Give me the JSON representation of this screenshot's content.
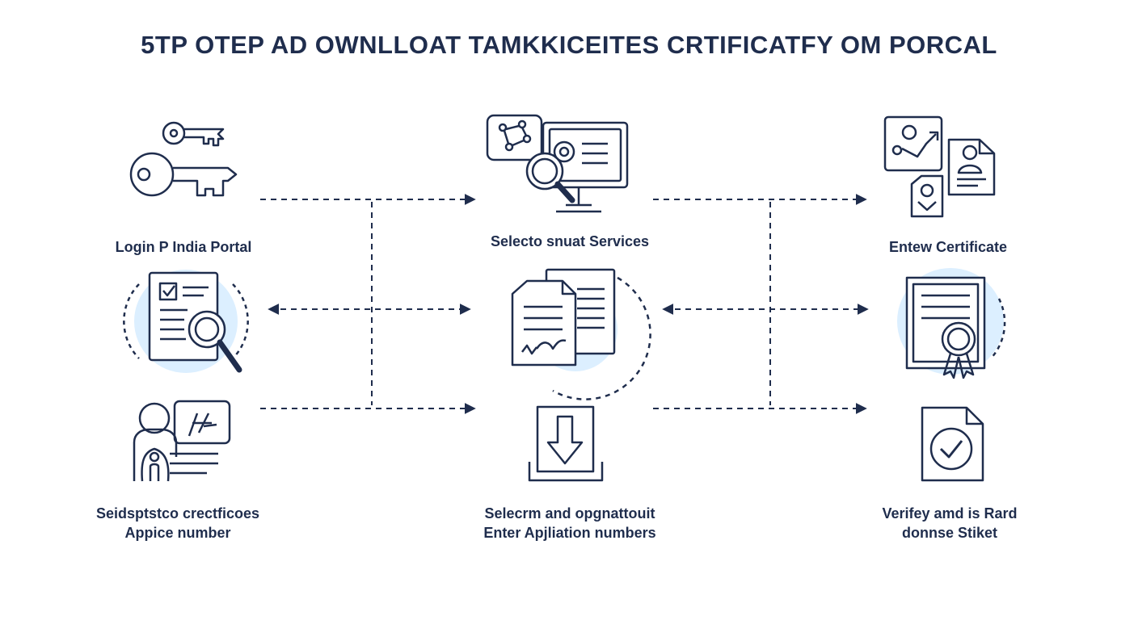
{
  "title": "5TP OTEP AD OWNLLOAT TAMKKICEITES CRTIFICATFY OM PORCAL",
  "colors": {
    "ink": "#1f2d4d",
    "highlight": "#dcefff"
  },
  "steps": [
    {
      "id": "login",
      "label": "Login P India Portal",
      "icon": "key-icon"
    },
    {
      "id": "services",
      "label": "Selecto snuat Services",
      "icon": "computer-search-icon"
    },
    {
      "id": "certificate",
      "label": "Entew Certificate",
      "icon": "certificate-documents-icon"
    },
    {
      "id": "document-search",
      "label": "",
      "icon": "document-search-icon"
    },
    {
      "id": "documents",
      "label": "",
      "icon": "signed-documents-icon"
    },
    {
      "id": "award",
      "label": "",
      "icon": "certificate-award-icon"
    },
    {
      "id": "applicant",
      "label_lines": [
        "Seidsptstco crectficoes",
        "Appice number"
      ],
      "icon": "applicant-form-icon"
    },
    {
      "id": "download",
      "label_lines": [
        "Selecrm and opgnattouit",
        "Enter Apjliation numbers"
      ],
      "icon": "download-icon"
    },
    {
      "id": "verify",
      "label_lines": [
        "Verifey amd is Rard",
        "donnse Stiket"
      ],
      "icon": "verified-document-icon"
    }
  ]
}
